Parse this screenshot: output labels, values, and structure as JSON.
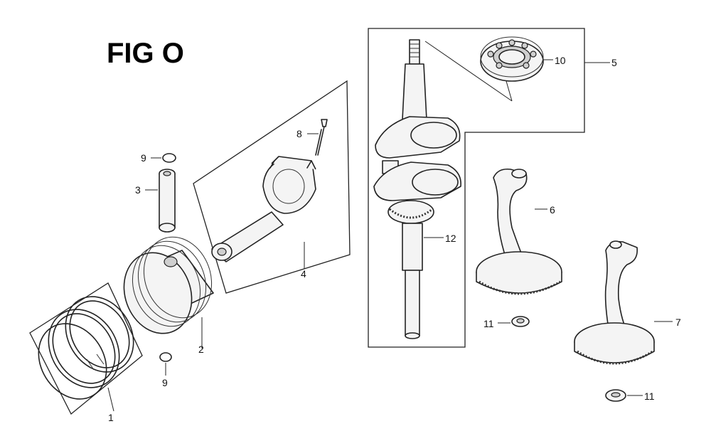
{
  "title": "FIG O",
  "callouts": {
    "c1": "1",
    "c2": "2",
    "c3": "3",
    "c4": "4",
    "c5": "5",
    "c6": "6",
    "c7": "7",
    "c8": "8",
    "c9a": "9",
    "c9b": "9",
    "c10": "10",
    "c11a": "11",
    "c11b": "11",
    "c12": "12"
  }
}
